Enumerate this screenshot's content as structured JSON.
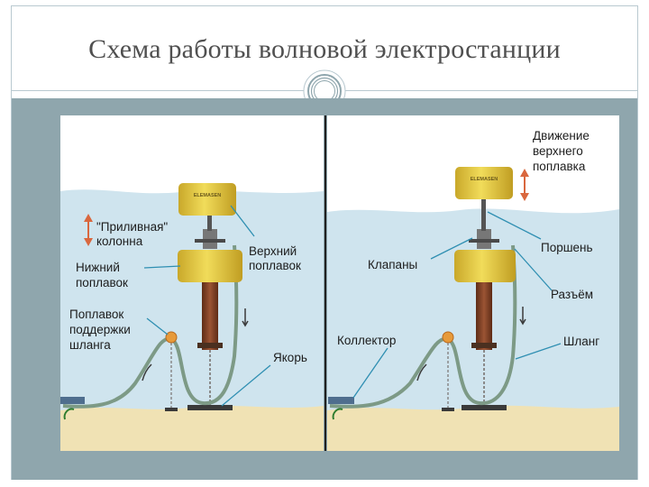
{
  "slide": {
    "title": "Схема работы волновой электростанции"
  },
  "left_panel": {
    "brand": "ELEMASEN",
    "labels": {
      "tidal_column_l1": "\"Приливная\"",
      "tidal_column_l2": "колонна",
      "upper_float_l1": "Верхний",
      "upper_float_l2": "поплавок",
      "lower_float_l1": "Нижний",
      "lower_float_l2": "поплавок",
      "hose_float_l1": "Поплавок",
      "hose_float_l2": "поддержки",
      "hose_float_l3": "шланга",
      "anchor": "Якорь"
    }
  },
  "right_panel": {
    "brand": "ELEMASEN",
    "labels": {
      "motion_l1": "Движение",
      "motion_l2": "верхнего",
      "motion_l3": "поплавка",
      "piston": "Поршень",
      "valves": "Клапаны",
      "connector": "Разъём",
      "collector": "Коллектор",
      "hose": "Шланг"
    }
  },
  "colors": {
    "water": "#cfe4ee",
    "sand": "#f0e2b4",
    "float": "#dcc238",
    "rod": "#7a3e22",
    "hose": "#7d9a86",
    "arrow": "#d9673e",
    "frame_bg": "#8fa6ad"
  }
}
